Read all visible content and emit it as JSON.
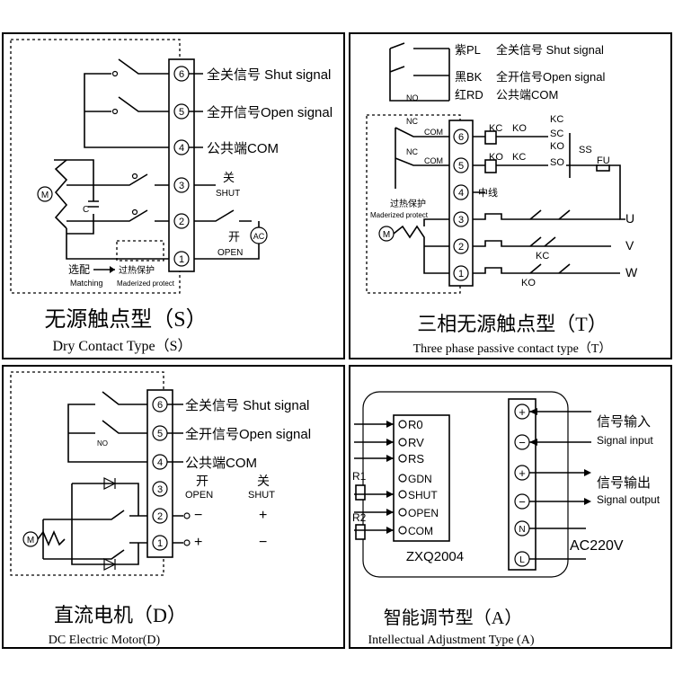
{
  "panel_s": {
    "terminals": [
      "6",
      "5",
      "4",
      "3",
      "2",
      "1"
    ],
    "shut_signal": "全关信号 Shut signal",
    "open_signal": "全开信号Open signal",
    "com": "公共端COM",
    "shut_cn": "关",
    "shut_en": "SHUT",
    "open_cn": "开",
    "open_en": "OPEN",
    "ac": "AC",
    "motor": "M",
    "cap": "C",
    "matching_cn": "选配",
    "matching_en": "Matching",
    "overheat_cn": "过热保护",
    "overheat_en": "Maderized protect",
    "title_cn": "无源触点型（S）",
    "title_en": "Dry Contact Type（S）"
  },
  "panel_t": {
    "terminals": [
      "6",
      "5",
      "4",
      "3",
      "2",
      "1"
    ],
    "pl": "紫PL",
    "bk": "黑BK",
    "rd": "红RD",
    "shut_signal": "全关信号 Shut signal",
    "open_signal": "全开信号Open signal",
    "com": "公共端COM",
    "no": "NO",
    "nc": "NC",
    "com_small": "COM",
    "kc": "KC",
    "ko": "KO",
    "sc": "SC",
    "so": "SO",
    "ss": "SS",
    "fu": "FU",
    "neutral": "中线",
    "overheat_cn": "过热保护",
    "overheat_en": "Maderized protect",
    "motor": "M",
    "u": "U",
    "v": "V",
    "w": "W",
    "title_cn": "三相无源触点型（T）",
    "title_en": "Three phase passive contact type（T）"
  },
  "panel_d": {
    "terminals": [
      "6",
      "5",
      "4",
      "3",
      "2",
      "1"
    ],
    "shut_signal": "全关信号 Shut signal",
    "open_signal": "全开信号Open signal",
    "com": "公共端COM",
    "no": "NO",
    "open_cn": "开",
    "open_en": "OPEN",
    "shut_cn": "关",
    "shut_en": "SHUT",
    "minus": "−",
    "plus": "+",
    "motor": "M",
    "title_cn": "直流电机（D）",
    "title_en": "DC Electric Motor(D)"
  },
  "panel_a": {
    "pins": [
      "R0",
      "RV",
      "RS",
      "GDN",
      "SHUT",
      "OPEN",
      "COM"
    ],
    "r1": "R1",
    "r2": "R2",
    "model": "ZXQ2004",
    "plus": "+",
    "minus": "−",
    "n": "N",
    "l": "L",
    "signal_in_cn": "信号输入",
    "signal_in_en": "Signal input",
    "signal_out_cn": "信号输出",
    "signal_out_en": "Signal output",
    "ac220": "AC220V",
    "title_cn": "智能调节型（A）",
    "title_en": "Intellectual Adjustment Type (A)"
  }
}
